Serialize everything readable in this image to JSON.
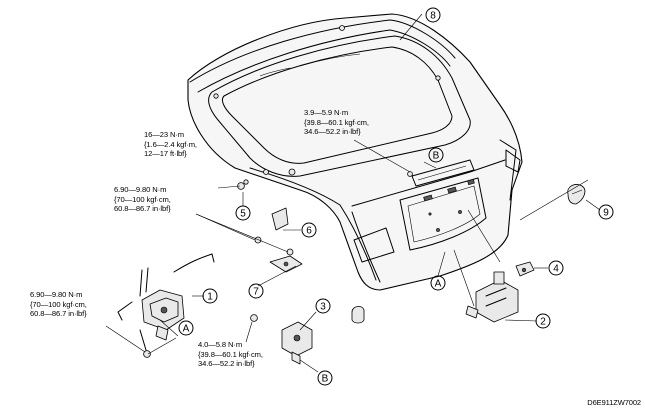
{
  "callouts": {
    "c1": "1",
    "c2": "2",
    "c3": "3",
    "c4": "4",
    "c5": "5",
    "c6": "6",
    "c7": "7",
    "c8": "8",
    "c9": "9",
    "refA1": "A",
    "refA2": "A",
    "refB1": "B",
    "refB2": "B"
  },
  "torques": {
    "t_top": [
      "3.9—5.9 N·m",
      "{39.8—60.1 kgf·cm,",
      "34.6—52.2 in·lbf}"
    ],
    "t_bolt5": [
      "16—23 N·m",
      "{1.6—2.4 kgf·m,",
      "12—17 ft·lbf}"
    ],
    "t_bolt6": [
      "6.90—9.80 N·m",
      "{70—100 kgf·cm,",
      "60.8—86.7 in·lbf}"
    ],
    "t_latch": [
      "6.90—9.80 N·m",
      "{70—100 kgf·cm,",
      "60.8—86.7 in·lbf}"
    ],
    "t_part3": [
      "4.0—5.8 N·m",
      "{39.8—60.1 kgf·cm,",
      "34.6—52.2 in·lbf}"
    ]
  },
  "figure_code": "D6E911ZW7002"
}
